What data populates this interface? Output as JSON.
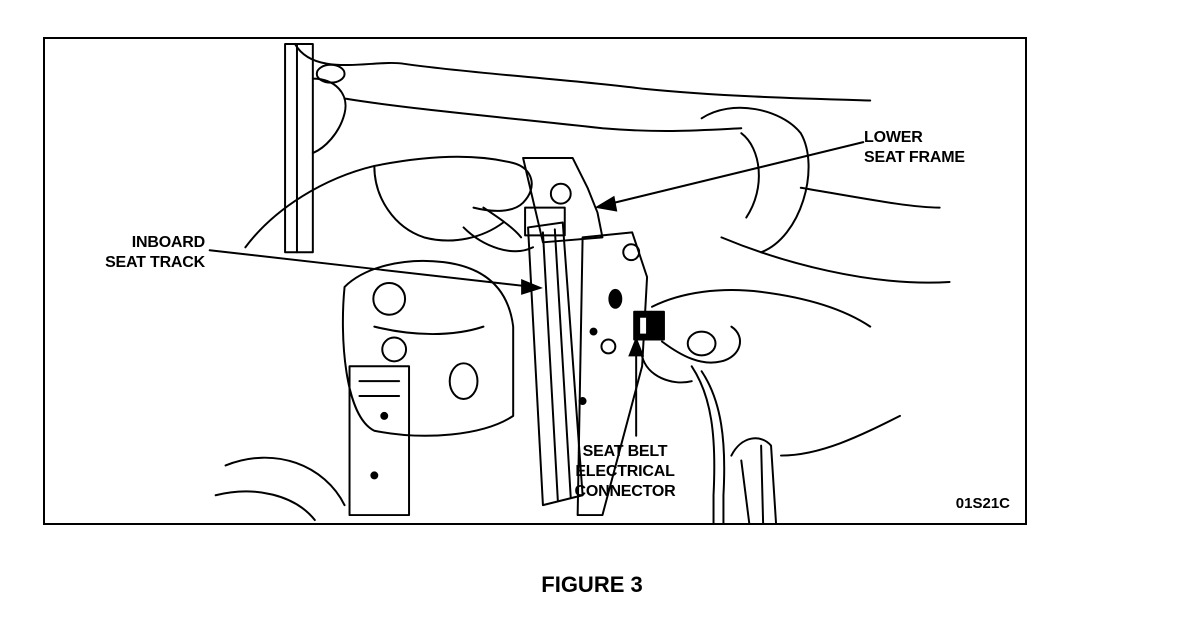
{
  "callouts": {
    "lower_seat_frame": "LOWER\nSEAT FRAME",
    "inboard_seat_track": "INBOARD\nSEAT TRACK",
    "seat_belt_connector": "SEAT BELT\nELECTRICAL\nCONNECTOR"
  },
  "figure_code": "01S21C",
  "caption": "FIGURE 3",
  "colors": {
    "ink": "#000000",
    "paper": "#ffffff"
  }
}
